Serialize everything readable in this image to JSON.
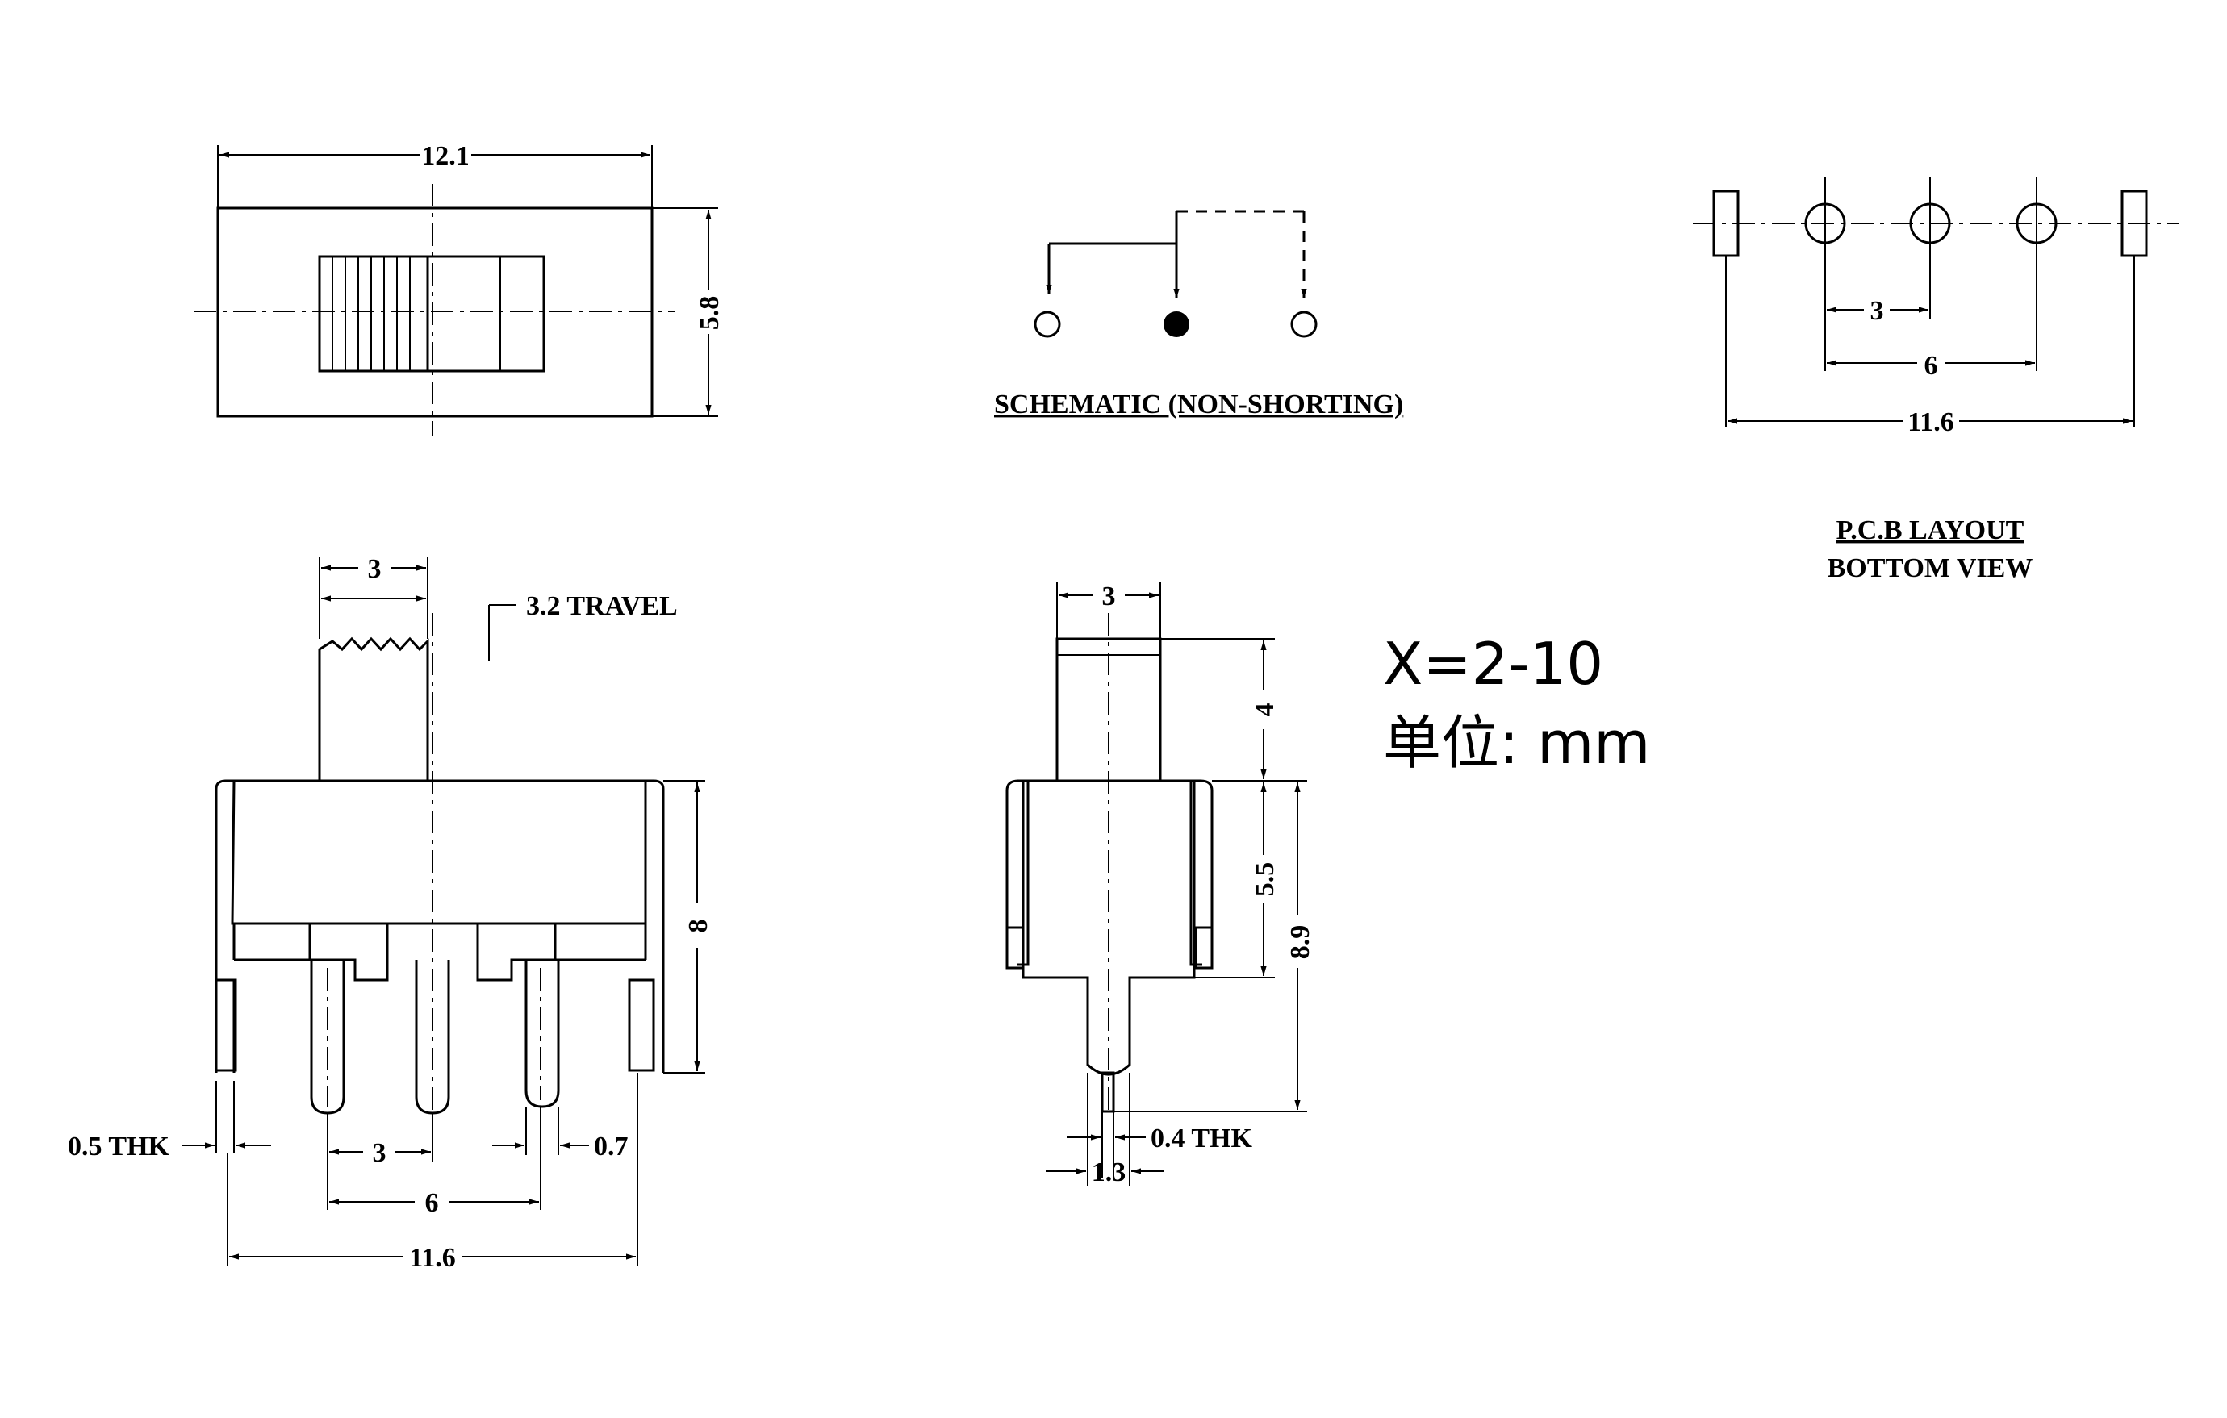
{
  "top_view": {
    "width_dim": "12.1",
    "height_dim": "5.8"
  },
  "schematic": {
    "title": "SCHEMATIC (NON-SHORTING)"
  },
  "pcb_layout": {
    "pitch_dim": "3",
    "span_dim": "6",
    "overall_dim": "11.6",
    "title_line1": "P.C.B LAYOUT",
    "title_line2": "BOTTOM VIEW"
  },
  "front_view": {
    "actuator_width": "3",
    "travel": "3.2 TRAVEL",
    "height_dim": "8",
    "tab_thickness": "0.5 THK",
    "pin_pitch": "3",
    "pin_width": "0.7",
    "pin_span": "6",
    "overall_width": "11.6"
  },
  "side_view": {
    "actuator_width": "3",
    "actuator_height": "4",
    "body_height": "5.5",
    "overall_height": "8.9",
    "pin_thickness": "0.4 THK",
    "pin_spacing": "1.3"
  },
  "notes": {
    "variant": "X=2-10",
    "unit": "单位: mm"
  }
}
